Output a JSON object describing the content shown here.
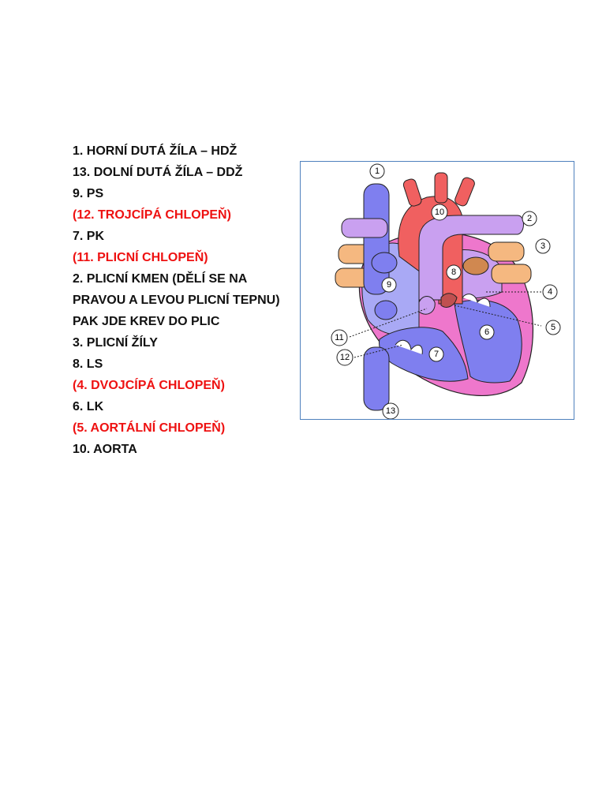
{
  "items": [
    {
      "text": "1. HORNÍ DUTÁ ŽÍLA – HDŽ",
      "highlight": false
    },
    {
      "text": "13. DOLNÍ DUTÁ ŽÍLA – DDŽ",
      "highlight": false
    },
    {
      "text": "9. PS",
      "highlight": false
    },
    {
      "text": "(12. TROJCÍPÁ CHLOPEŇ)",
      "highlight": true
    },
    {
      "text": "7. PK",
      "highlight": false
    },
    {
      "text": "(11. PLICNÍ CHLOPEŇ)",
      "highlight": true
    },
    {
      "text": "2. PLICNÍ KMEN (DĚLÍ SE NA",
      "highlight": false
    },
    {
      "text": "PRAVOU A LEVOU PLICNÍ TEPNU)",
      "highlight": false
    },
    {
      "text": "PAK JDE KREV DO PLIC",
      "highlight": false
    },
    {
      "text": "3. PLICNÍ ŽÍLY",
      "highlight": false
    },
    {
      "text": "8. LS",
      "highlight": false
    },
    {
      "text": "(4. DVOJCÍPÁ CHLOPEŇ)",
      "highlight": true
    },
    {
      "text": "6. LK",
      "highlight": false
    },
    {
      "text": "(5. AORTÁLNÍ CHLOPEŇ)",
      "highlight": true
    },
    {
      "text": "10. AORTA",
      "highlight": false
    }
  ],
  "colors": {
    "text": "#111111",
    "highlight": "#ee1111",
    "frame": "#4f81bd"
  },
  "diagram": {
    "labels": {
      "l1": "1",
      "l2": "2",
      "l3": "3",
      "l4": "4",
      "l5": "5",
      "l6": "6",
      "l7": "7",
      "l8": "8",
      "l9": "9",
      "l10": "10",
      "l11": "11",
      "l12": "12",
      "l13": "13"
    },
    "colors": {
      "vein": "#7f7fef",
      "vein_light": "#a9a9f5",
      "artery": "#f06060",
      "pulmonary": "#c9a0f0",
      "pulmonary_vein": "#f5b880",
      "wall": "#ee66bb"
    }
  }
}
